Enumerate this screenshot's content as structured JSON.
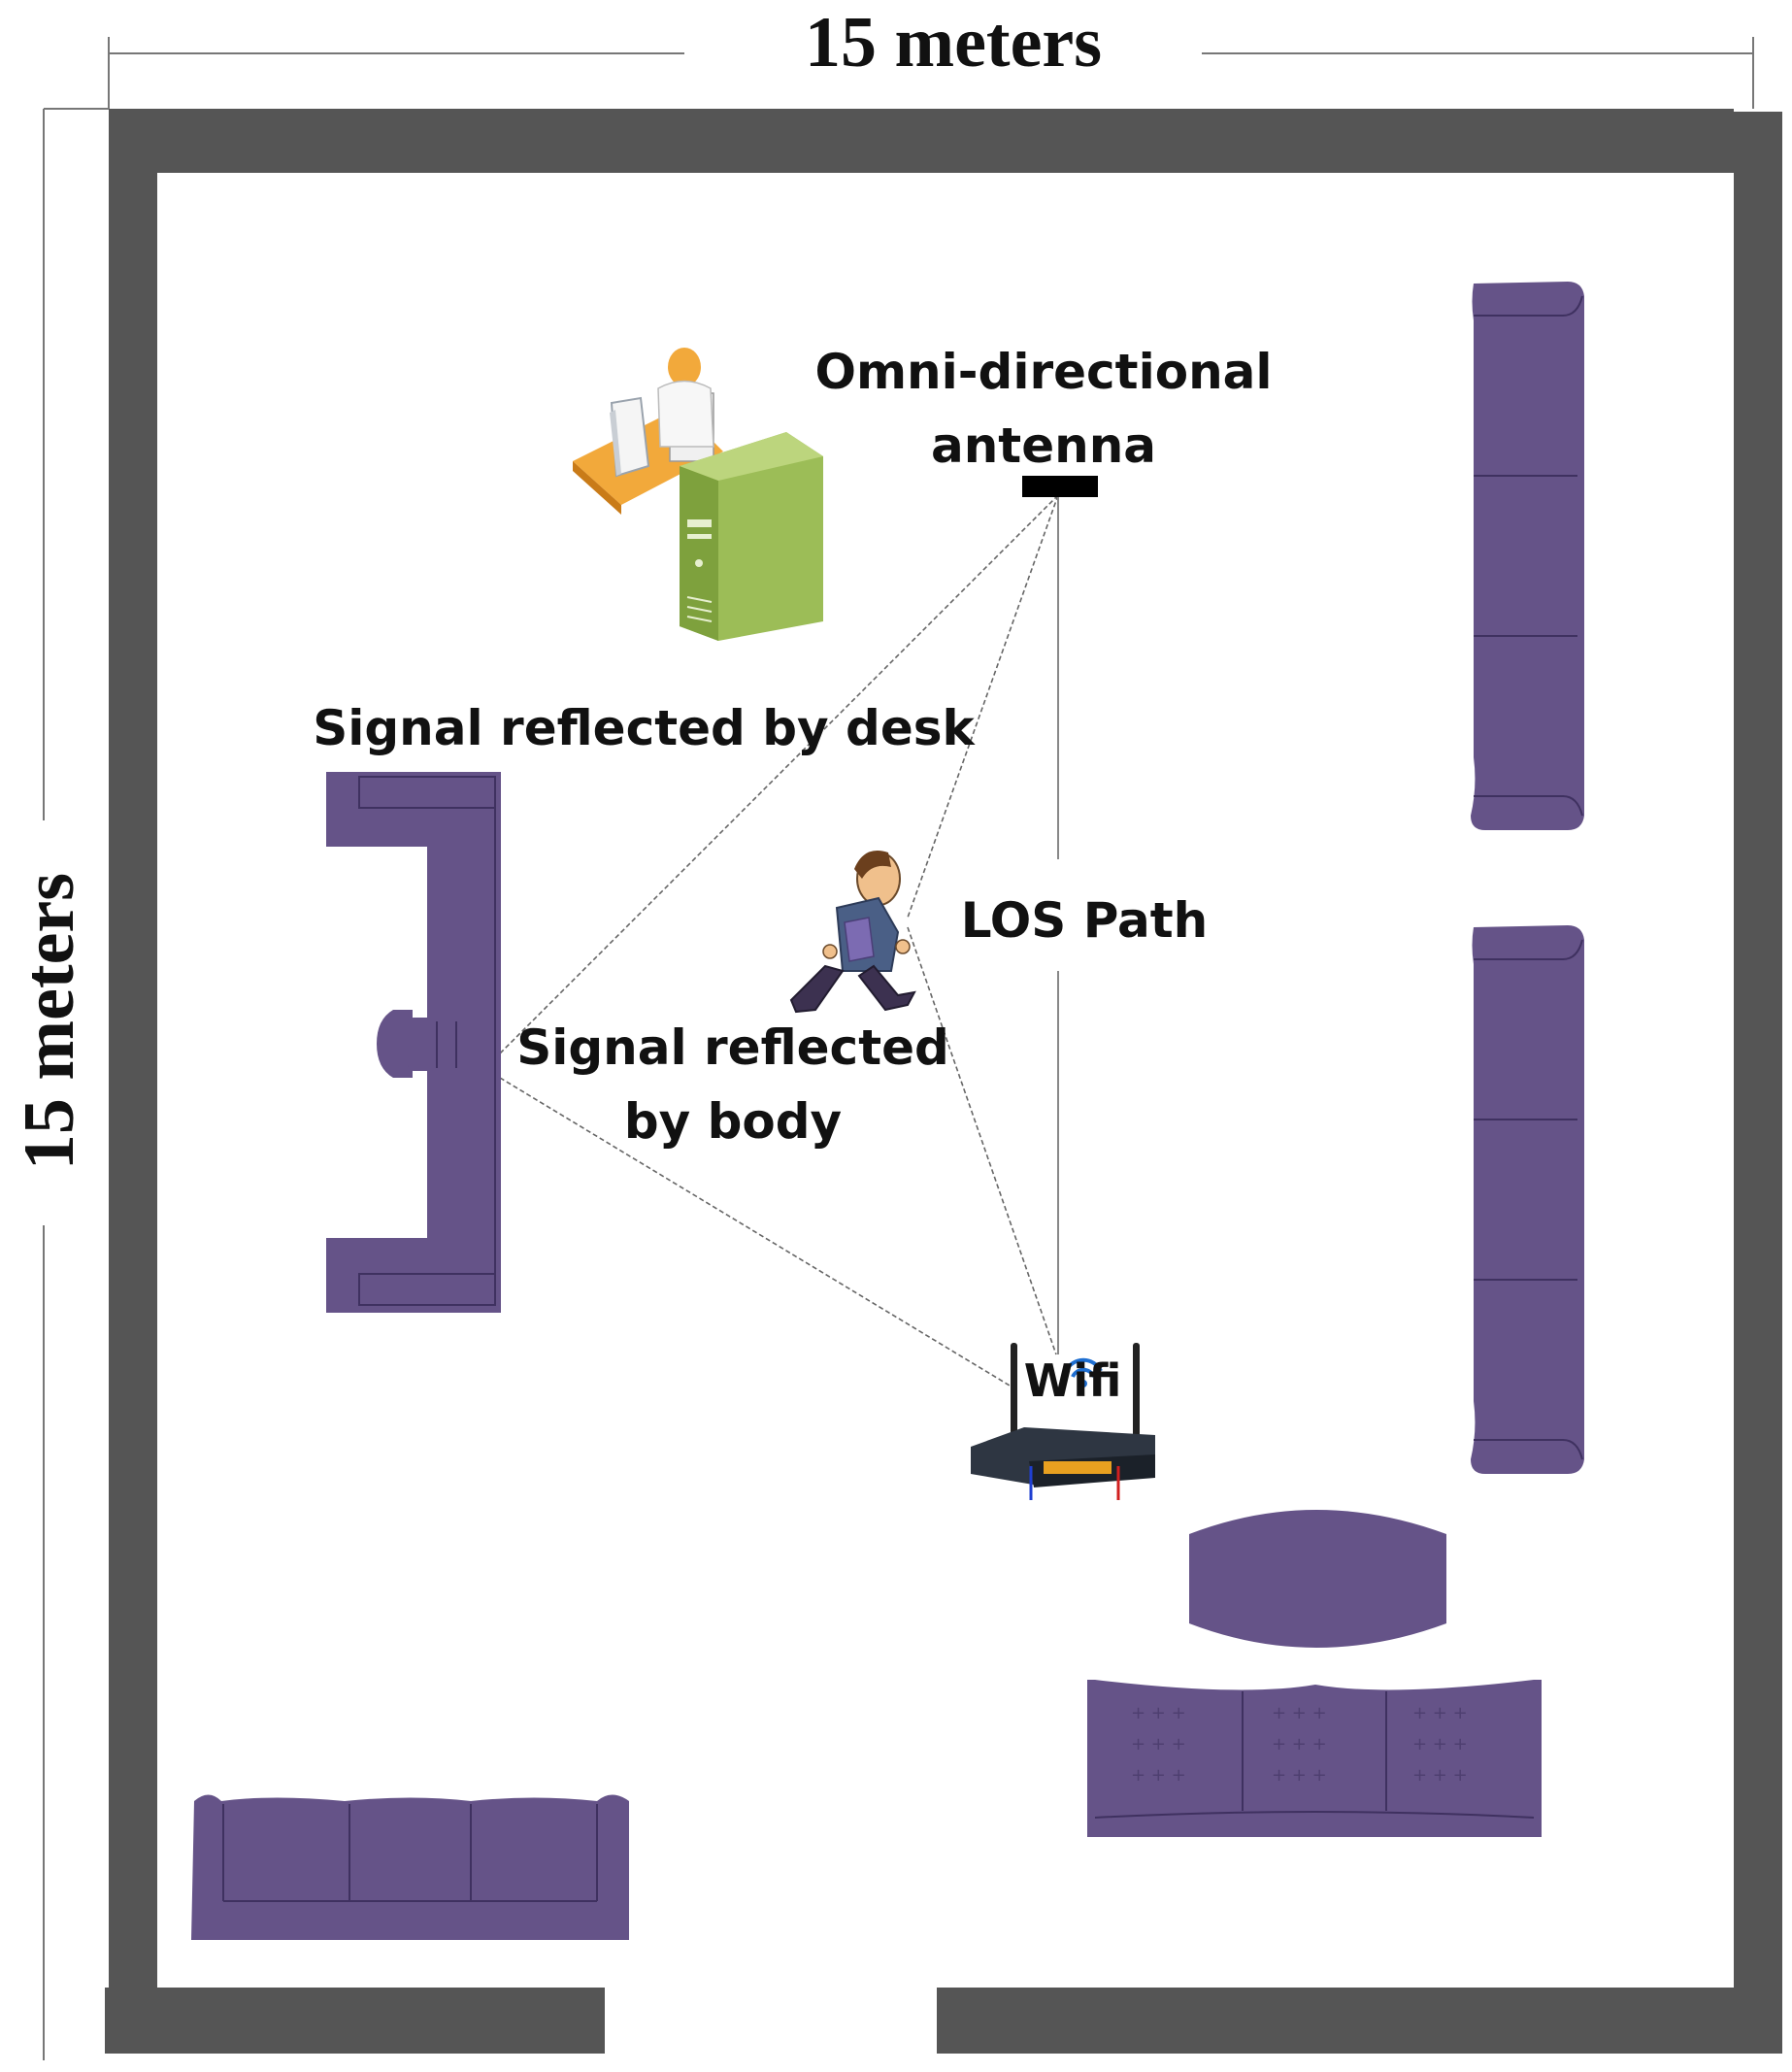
{
  "dimensions": {
    "width_label": "15 meters",
    "height_label": "15 meters"
  },
  "labels": {
    "antenna": [
      "Omni-directional",
      "antenna"
    ],
    "desk_reflection": "Signal reflected by desk",
    "los_path": "LOS Path",
    "body_reflection": [
      "Signal reflected",
      "by body"
    ],
    "router": "Wifi"
  },
  "colors": {
    "wall": "#555555",
    "furniture": "#655388",
    "wifi_arcs": "#1f6fd1",
    "router_ports": "#e8a020"
  },
  "icons": [
    "workstation-icon",
    "walking-person-icon",
    "wifi-router-icon",
    "antenna-icon"
  ]
}
